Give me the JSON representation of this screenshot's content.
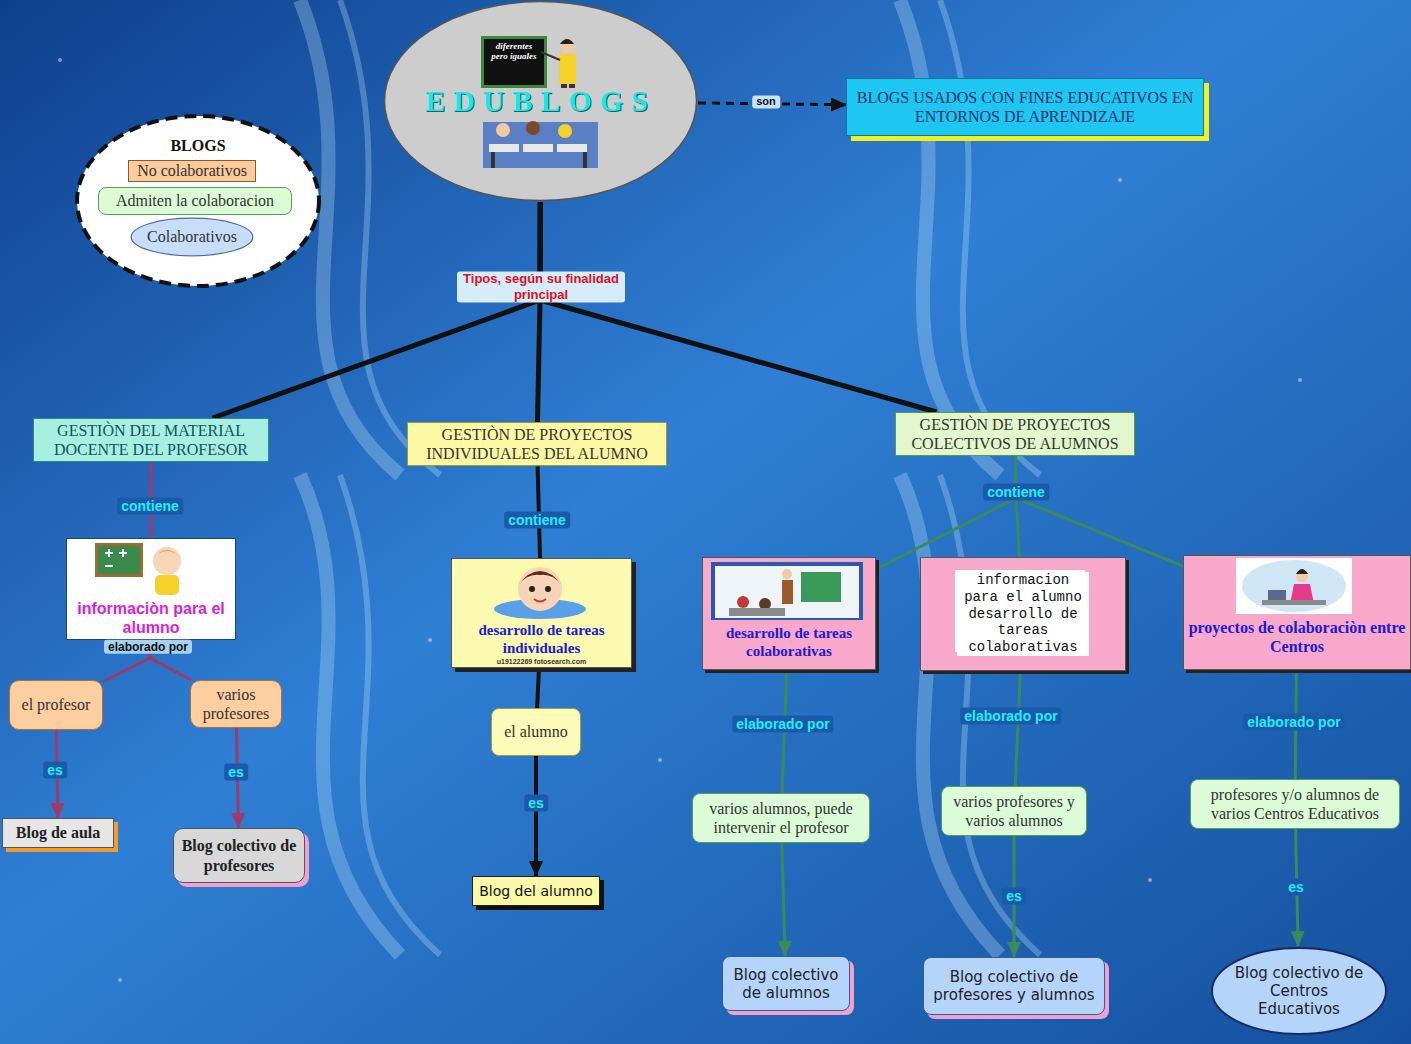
{
  "diagram": {
    "nodes": [
      {
        "text": [
          "BLOGS"
        ]
      },
      {
        "text": [
          "No colaborativos"
        ],
        "in": 0
      },
      {
        "text": [
          "Admiten la colaboracion"
        ],
        "in": 0
      },
      {
        "text": [
          "Colaborativos"
        ],
        "in": 0
      },
      {
        "text": [
          "EDUBLOGS"
        ]
      },
      {
        "text": [
          "BLOGS USADOS CON FINES EDUCATIVOS EN ENTORNOS DE APRENDIZAJE"
        ]
      },
      {
        "text": [
          "GESTIÒN DEL MATERIAL DOCENTE DEL PROFESOR"
        ]
      },
      {
        "text": [
          "GESTIÒN DE PROYECTOS INDIVIDUALES DEL ALUMNO"
        ]
      },
      {
        "text": [
          "GESTIÒN DE PROYECTOS COLECTIVOS DE ALUMNOS"
        ]
      },
      {
        "text": [
          "informaciòn para el alumno"
        ]
      },
      {
        "text": [
          "el profesor"
        ]
      },
      {
        "text": [
          "varios profesores"
        ]
      },
      {
        "text": [
          "Blog de aula"
        ]
      },
      {
        "text": [
          "Blog colectivo de profesores"
        ]
      },
      {
        "text": [
          "desarrollo de tareas individuales"
        ]
      },
      {
        "text": [
          "el alumno"
        ]
      },
      {
        "text": [
          "Blog del alumno"
        ]
      },
      {
        "text": [
          "desarrollo de tareas colaborativas"
        ]
      },
      {
        "text": [
          "informacion para el alumno desarrollo de tareas colaborativas"
        ]
      },
      {
        "text": [
          "proyectos de colaboraciòn entre Centros"
        ]
      },
      {
        "text": [
          "varios alumnos, puede intervenir el profesor"
        ]
      },
      {
        "text": [
          "varios profesores y varios alumnos"
        ]
      },
      {
        "text": [
          "profesores y/o alumnos de varios Centros Educativos"
        ]
      },
      {
        "text": [
          "Blog colectivo de alumnos"
        ]
      },
      {
        "text": [
          "Blog colectivo de profesores y alumnos"
        ]
      },
      {
        "text": [
          "Blog colectivo de Centros Educativos"
        ]
      }
    ],
    "edges": [
      {
        "from": 4,
        "to": 5,
        "arrow": "to",
        "label": "son"
      },
      {
        "from": 4,
        "to": 6,
        "arrow": "none"
      },
      {
        "from": 4,
        "to": 7,
        "arrow": "none",
        "label": "Tipos, según su finalidad principal"
      },
      {
        "from": 4,
        "to": 8,
        "arrow": "none"
      },
      {
        "from": 6,
        "to": 9,
        "arrow": "none",
        "label": "contiene"
      },
      {
        "from": 7,
        "to": 14,
        "arrow": "none",
        "label": "contiene"
      },
      {
        "from": 8,
        "to": 17,
        "arrow": "none"
      },
      {
        "from": 8,
        "to": 18,
        "arrow": "none",
        "label": "contiene"
      },
      {
        "from": 8,
        "to": 19,
        "arrow": "none"
      },
      {
        "from": 9,
        "to": 10,
        "arrow": "none",
        "label": "elaborado por"
      },
      {
        "from": 9,
        "to": 11,
        "arrow": "none"
      },
      {
        "from": 10,
        "to": 12,
        "arrow": "to",
        "label": "es"
      },
      {
        "from": 11,
        "to": 13,
        "arrow": "to",
        "label": "es"
      },
      {
        "from": 14,
        "to": 15,
        "arrow": "none"
      },
      {
        "from": 15,
        "to": 16,
        "arrow": "to",
        "label": "es"
      },
      {
        "from": 17,
        "to": 20,
        "arrow": "none",
        "label": "elaborado por"
      },
      {
        "from": 20,
        "to": 23,
        "arrow": "to"
      },
      {
        "from": 18,
        "to": 21,
        "arrow": "none",
        "label": "elaborado por"
      },
      {
        "from": 21,
        "to": 24,
        "arrow": "to",
        "label": "es"
      },
      {
        "from": 19,
        "to": 22,
        "arrow": "none",
        "label": "elaborado por"
      },
      {
        "from": 22,
        "to": 25,
        "arrow": "to",
        "label": "es"
      }
    ],
    "labels": [
      "diferentes pero iguales",
      "u19122269 fotosearch.com"
    ]
  }
}
